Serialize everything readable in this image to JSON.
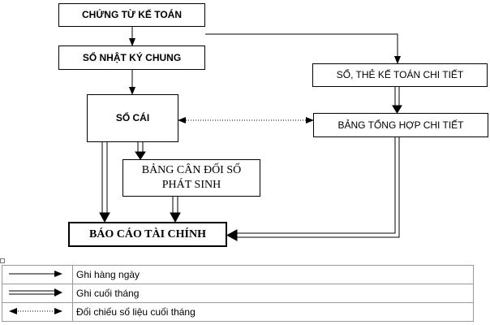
{
  "diagram": {
    "nodes": {
      "chung_tu": "CHỨNG TỪ KẾ TOÁN",
      "nhat_ky": "SỔ NHẬT KÝ CHUNG",
      "the_chi_tiet": "SỔ, THẺ KẾ TOÁN CHI TIẾT",
      "so_cai": "SỔ CÁI",
      "tong_hop": "BẢNG TỔNG HỢP CHI TIẾT",
      "can_doi_line1": "BẢNG CÂN ĐỐI SỐ",
      "can_doi_line2": "PHÁT SINH",
      "bao_cao": "BÁO CÁO TÀI CHÍNH"
    },
    "legend": [
      {
        "style": "single-arrow",
        "label": "Ghi hàng ngày"
      },
      {
        "style": "double-arrow",
        "label": "Ghi cuối tháng"
      },
      {
        "style": "dotted-both",
        "label": "Đối chiếu số liệu cuối tháng"
      }
    ],
    "colors": {
      "line": "#000000",
      "border": "#999999"
    }
  }
}
